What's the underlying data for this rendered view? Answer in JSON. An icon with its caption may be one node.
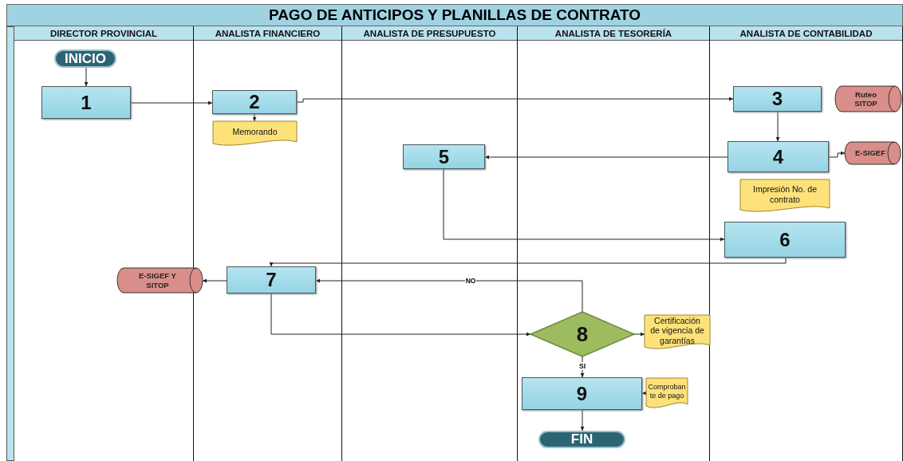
{
  "diagram": {
    "title": "PAGO DE ANTICIPOS Y PLANILLAS DE CONTRATO",
    "nodes": [
      {
        "text": [
          "DIRECTOR PROVINCIAL"
        ]
      },
      {
        "text": [
          "INICIO"
        ],
        "in": 0
      },
      {
        "text": [
          "1"
        ],
        "in": 0
      },
      {
        "text": [
          "ANALISTA FINANCIERO"
        ]
      },
      {
        "text": [
          "2"
        ],
        "in": 3
      },
      {
        "text": [
          "Memorando"
        ],
        "in": 3
      },
      {
        "text": [
          "7"
        ],
        "in": 3
      },
      {
        "text": [
          "ANALISTA DE PRESUPUESTO"
        ]
      },
      {
        "text": [
          "5"
        ],
        "in": 7
      },
      {
        "text": [
          "ANALISTA DE TESORERÍA"
        ]
      },
      {
        "text": [
          "8"
        ],
        "in": 9
      },
      {
        "text": [
          "9"
        ],
        "in": 9
      },
      {
        "text": [
          "FIN"
        ],
        "in": 9
      },
      {
        "text": [
          "Certificación de vigencia de garantías"
        ],
        "in": 9
      },
      {
        "text": [
          "Comproban te de pago"
        ],
        "in": 9
      },
      {
        "text": [
          "ANALISTA DE CONTABILIDAD"
        ]
      },
      {
        "text": [
          "3"
        ],
        "in": 15
      },
      {
        "text": [
          "4"
        ],
        "in": 15
      },
      {
        "text": [
          "6"
        ],
        "in": 15
      },
      {
        "text": [
          "Impresión No. de contrato"
        ],
        "in": 15
      },
      {
        "text": [
          "Ruteo SITOP"
        ],
        "in": 15
      },
      {
        "text": [
          "E-SIGEF"
        ],
        "in": 15
      },
      {
        "text": [
          "E-SIGEF Y SITOP"
        ]
      }
    ],
    "edges": [
      {
        "from": 1,
        "to": 2,
        "arrow": "to"
      },
      {
        "from": 2,
        "to": 4,
        "arrow": "to"
      },
      {
        "from": 4,
        "to": 5,
        "arrow": "to"
      },
      {
        "from": 4,
        "to": 16,
        "arrow": "to"
      },
      {
        "from": 16,
        "to": 17,
        "arrow": "to"
      },
      {
        "from": 17,
        "to": 21,
        "arrow": "to"
      },
      {
        "from": 17,
        "to": 8,
        "arrow": "to"
      },
      {
        "from": 8,
        "to": 18,
        "arrow": "to"
      },
      {
        "from": 18,
        "to": 6,
        "arrow": "to"
      },
      {
        "from": 6,
        "to": 22,
        "arrow": "to"
      },
      {
        "from": 6,
        "to": 10,
        "arrow": "to"
      },
      {
        "from": 10,
        "to": 6,
        "arrow": "to",
        "label": "NO"
      },
      {
        "from": 10,
        "to": 13,
        "arrow": "to"
      },
      {
        "from": 10,
        "to": 11,
        "arrow": "to",
        "label": "SI"
      },
      {
        "from": 14,
        "to": 11,
        "arrow": "to"
      },
      {
        "from": 11,
        "to": 12,
        "arrow": "to"
      }
    ]
  }
}
